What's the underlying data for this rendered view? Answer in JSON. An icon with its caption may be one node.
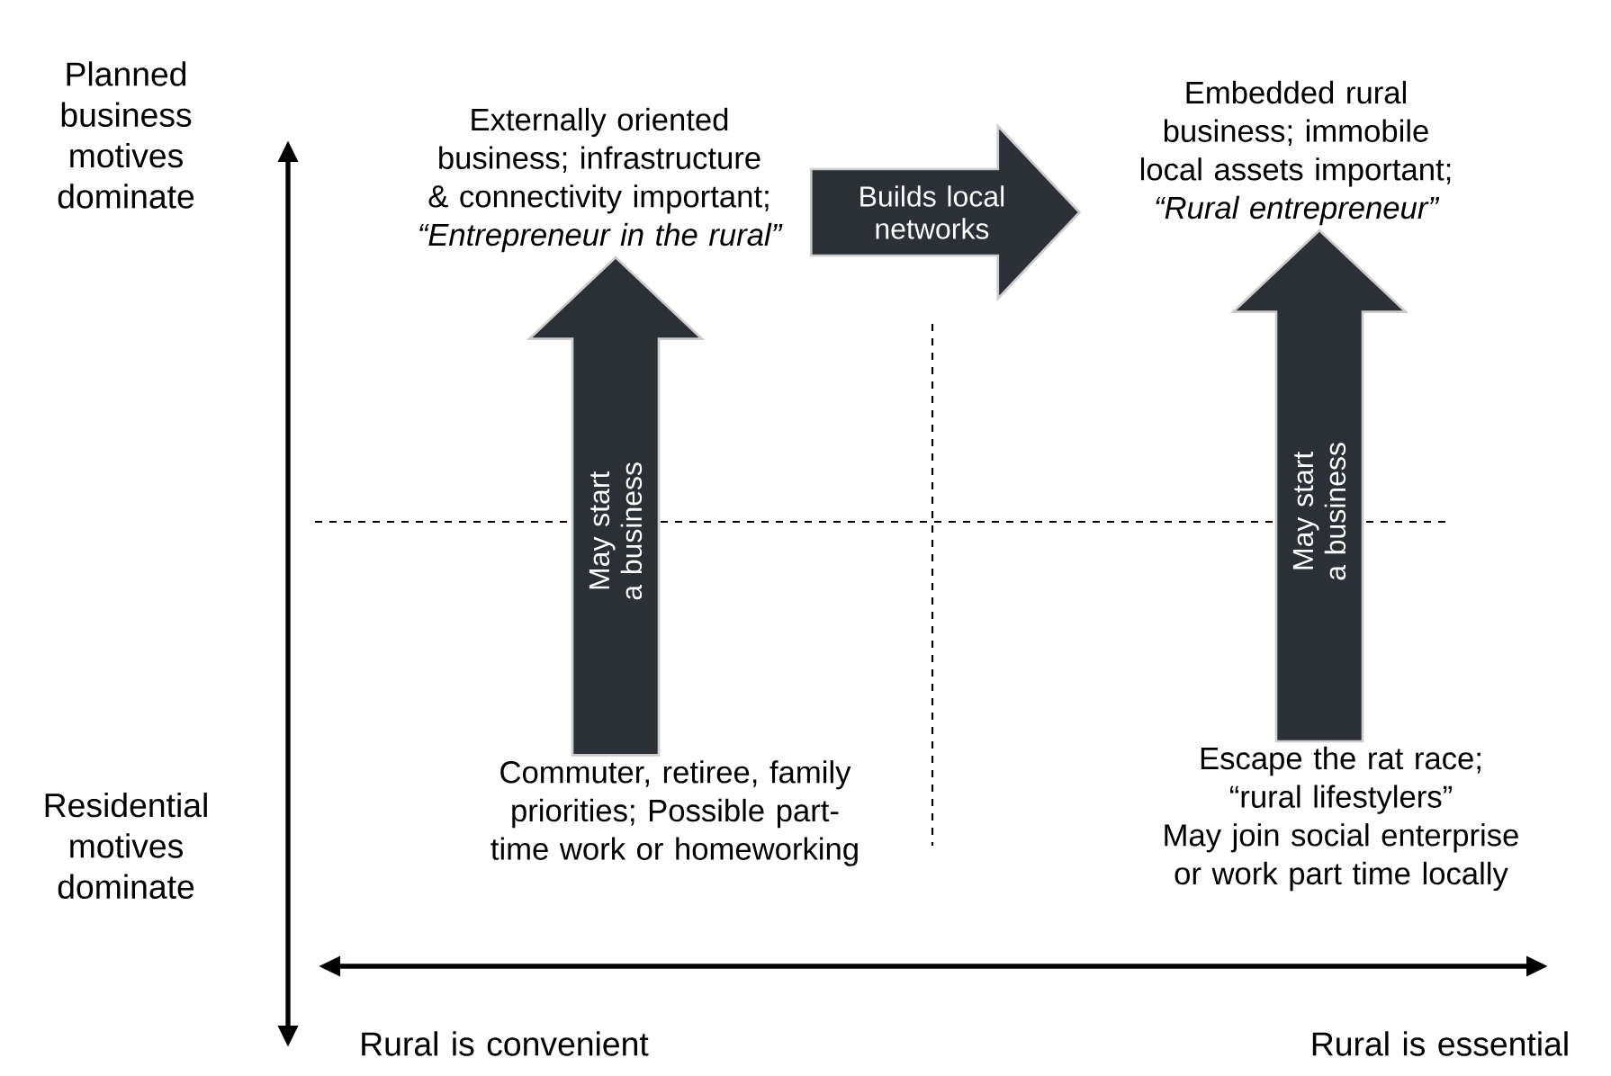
{
  "diagram": {
    "nodes": [
      {
        "text": [
          "Externally oriented business; infrastructure & connectivity important;",
          "“Entrepreneur in the rural”"
        ]
      },
      {
        "text": [
          "Embedded rural business; immobile local assets important;",
          "“Rural entrepreneur”"
        ]
      },
      {
        "text": [
          "Commuter, retiree, family priorities; Possible part-time work or homeworking"
        ]
      },
      {
        "text": [
          "Escape the rat race; “rural lifestylers”",
          "May join social enterprise or work part time locally"
        ]
      }
    ],
    "edges": [
      {
        "from": 2,
        "to": 0,
        "arrow": "to",
        "label": "May start a business"
      },
      {
        "from": 0,
        "to": 1,
        "arrow": "to",
        "label": "Builds local networks"
      },
      {
        "from": 3,
        "to": 1,
        "arrow": "to",
        "label": "May start a business"
      }
    ],
    "labels": [
      "Planned business motives dominate",
      "Residential motives dominate",
      "Rural is convenient",
      "Rural is essential"
    ]
  }
}
